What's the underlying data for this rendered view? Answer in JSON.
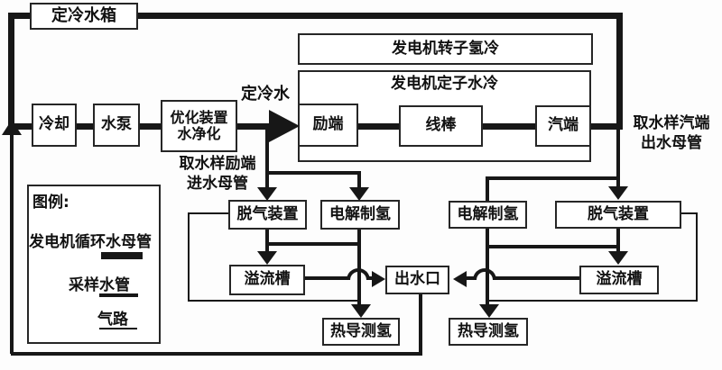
{
  "nodes": {
    "tank": "定冷水箱",
    "cooling": "冷却",
    "pump": "水泵",
    "purifier": {
      "line1": "优化装置",
      "line2": "水净化"
    },
    "rotor_cooling": "发电机转子氢冷",
    "stator_cooling": "发电机定子水冷",
    "excitation_end": "励端",
    "wire_bar": "线棒",
    "steam_end": "汽端",
    "degasser_left": "脱气装置",
    "electrolyzer_left": "电解制氢",
    "electrolyzer_right": "电解制氢",
    "degasser_right": "脱气装置",
    "overflow_left": "溢流槽",
    "outlet": "出水口",
    "overflow_right": "溢流槽",
    "h2_meter_left": "热导测氢",
    "h2_meter_right": "热导测氢"
  },
  "labels": {
    "stator_water": "定冷水",
    "exc_sampling": {
      "line1": "取水样励端",
      "line2": "进水母管"
    },
    "steam_sampling": {
      "line1": "取水样汽端",
      "line2": "出水母管"
    }
  },
  "legend": {
    "title": "图例:",
    "items": [
      {
        "label": "发电机循环水母管",
        "line_type": "thick"
      },
      {
        "label": "采样水管",
        "line_type": "medium"
      },
      {
        "label": "气路",
        "line_type": "thin"
      }
    ]
  },
  "colors": {
    "pipe": "#171717",
    "box_border": "#262626",
    "background": "#fdfdfd",
    "text": "#111111"
  }
}
